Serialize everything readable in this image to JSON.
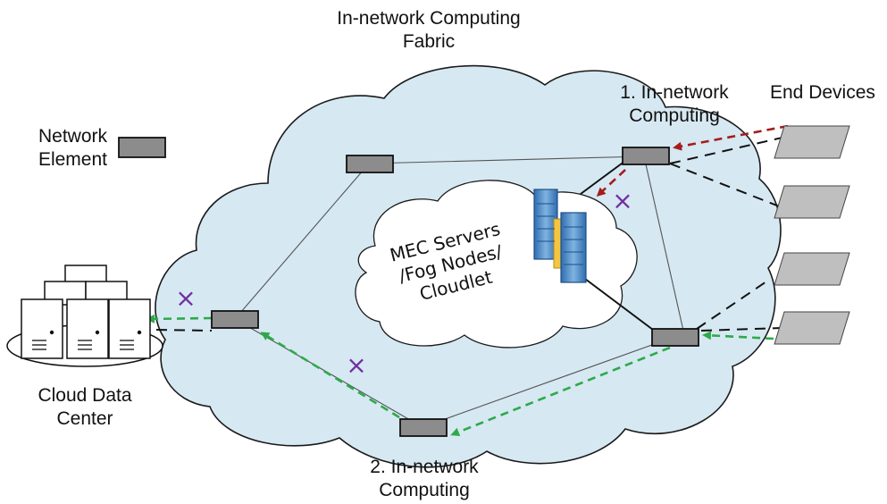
{
  "title": {
    "line1": "In-network Computing",
    "line2": "Fabric"
  },
  "legend": {
    "line1": "Network",
    "line2": "Element"
  },
  "cloud_dc": {
    "line1": "Cloud Data",
    "line2": "Center"
  },
  "inc1": {
    "line1": "1. In-network",
    "line2": "Computing"
  },
  "inc2": {
    "line1": "2. In-network",
    "line2": "Computing"
  },
  "end_devices": "End Devices",
  "mec": {
    "line1": "MEC Servers",
    "line2": "/Fog Nodes/",
    "line3": "Cloudlet"
  },
  "blocked_marker": "×",
  "colors": {
    "fabric_cloud": "#d6e8f2",
    "network_element": "#8c8c8c",
    "end_device": "#bfbfbf",
    "path_red": "#a61c1c",
    "path_green": "#2daa4a",
    "blocked": "#7030a0",
    "server_blue": "#4a86c5"
  }
}
